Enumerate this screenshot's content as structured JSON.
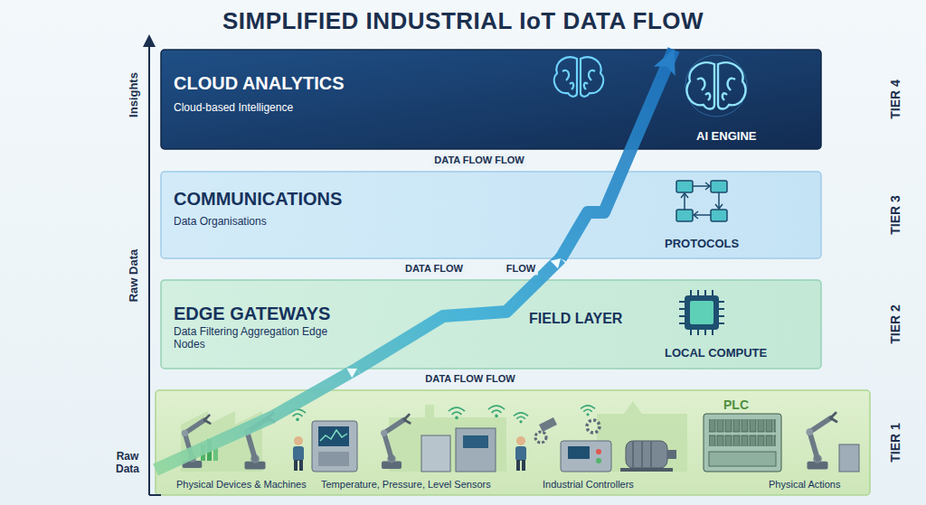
{
  "diagram": {
    "title": "SIMPLIFIED INDUSTRIAL IoT DATA FLOW",
    "nodes": [
      {
        "text": [
          "CLOUD ANALYTICS",
          "Cloud-based Intelligence",
          "AI ENGINE"
        ]
      },
      {
        "text": [
          "COMMUNICATIONS",
          "Data Organisations",
          "PROTOCOLS"
        ]
      },
      {
        "text": [
          "EDGE GATEWAYS",
          "Data Filtering Aggregation Edge Nodes",
          "FIELD LAYER",
          "LOCAL COMPUTE"
        ]
      },
      {
        "text": [
          "PLC",
          "Physical Devices & Machines",
          "Temperature, Pressure, Level Sensors",
          "Industrial Controllers",
          "Physical Actions"
        ]
      }
    ],
    "edges": [
      {
        "from": 3,
        "to": 2,
        "arrow": "to"
      },
      {
        "from": 2,
        "to": 1,
        "arrow": "to"
      },
      {
        "from": 1,
        "to": 0,
        "arrow": "to"
      }
    ],
    "labels": [
      "Insights",
      "Raw Data",
      "Raw Data",
      "DATA FLOW FLOW",
      "TIER 4",
      "TIER 3",
      "DATA FLOW",
      "FLOW",
      "TIER 2",
      "DATA FLOW FLOW",
      "TIER 1"
    ]
  }
}
